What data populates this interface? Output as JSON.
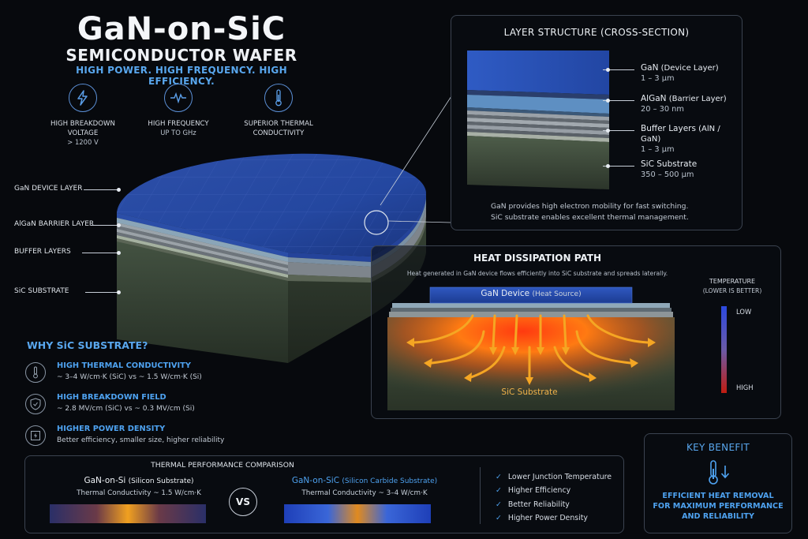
{
  "header": {
    "title": "GaN-on-SiC",
    "subtitle": "SEMICONDUCTOR WAFER",
    "tagline": "HIGH POWER. HIGH FREQUENCY. HIGH EFFICIENCY."
  },
  "features": [
    {
      "icon": "lightning-bolt-icon",
      "title": "HIGH BREAKDOWN VOLTAGE",
      "value": "> 1200 V"
    },
    {
      "icon": "waveform-icon",
      "title": "HIGH FREQUENCY",
      "value": "UP TO GHz"
    },
    {
      "icon": "thermometer-icon",
      "title": "SUPERIOR THERMAL CONDUCTIVITY",
      "value": ""
    }
  ],
  "wafer_labels": [
    "GaN DEVICE LAYER",
    "AlGaN BARRIER LAYER",
    "BUFFER LAYERS",
    "SiC SUBSTRATE"
  ],
  "why_sic": {
    "title": "WHY SiC SUBSTRATE?",
    "items": [
      {
        "icon": "thermometer-icon",
        "heading": "HIGH THERMAL CONDUCTIVITY",
        "detail": "~ 3–4 W/cm·K (SiC) vs ~ 1.5 W/cm·K (Si)"
      },
      {
        "icon": "shield-icon",
        "heading": "HIGH BREAKDOWN FIELD",
        "detail": "~ 2.8 MV/cm (SiC) vs ~ 0.3 MV/cm (Si)"
      },
      {
        "icon": "power-chip-icon",
        "heading": "HIGHER POWER DENSITY",
        "detail": "Better efficiency, smaller size, higher reliability"
      }
    ]
  },
  "layer_structure": {
    "title": "LAYER STRUCTURE (CROSS-SECTION)",
    "layers": [
      {
        "name": "GaN",
        "role": "(Device Layer)",
        "thickness": "1 – 3 µm",
        "color": "#2c55b8"
      },
      {
        "name": "AlGaN",
        "role": "(Barrier Layer)",
        "thickness": "20 – 30 nm",
        "color": "#5b8fc4"
      },
      {
        "name": "Buffer Layers",
        "role": "(AlN / GaN)",
        "thickness": "1 – 3 µm",
        "color": "#7a8088"
      },
      {
        "name": "SiC Substrate",
        "role": "",
        "thickness": "350 – 500 µm",
        "color": "#3e4c3c"
      }
    ],
    "note_1": "GaN provides high electron mobility for fast switching.",
    "note_2": "SiC substrate enables excellent thermal management."
  },
  "heat_path": {
    "title": "HEAT DISSIPATION PATH",
    "description": "Heat generated in GaN device flows efficiently into SiC substrate and spreads laterally.",
    "device_label": "GaN Device",
    "device_sub": "(Heat Source)",
    "substrate_label": "SiC Substrate",
    "temp_title_1": "TEMPERATURE",
    "temp_title_2": "(LOWER IS BETTER)",
    "temp_low": "LOW",
    "temp_high": "HIGH"
  },
  "thermal_comparison": {
    "title": "THERMAL PERFORMANCE COMPARISON",
    "left_name": "GaN-on-Si",
    "left_sub": "(Silicon Substrate)",
    "left_value": "Thermal Conductivity ~ 1.5 W/cm·K",
    "vs": "VS",
    "right_name": "GaN-on-SiC",
    "right_sub": "(Silicon Carbide Substrate)",
    "right_value": "Thermal Conductivity ~ 3–4 W/cm·K",
    "checks": [
      "Lower Junction Temperature",
      "Higher Efficiency",
      "Better Reliability",
      "Higher Power Density"
    ]
  },
  "key_benefit": {
    "title": "KEY BENEFIT",
    "line_1": "EFFICIENT HEAT REMOVAL",
    "line_2": "FOR MAXIMUM PERFORMANCE",
    "line_3": "AND RELIABILITY"
  },
  "colors": {
    "accent_blue": "#4ea2f0",
    "gan_blue": "#2c55b8",
    "heat_orange": "#f5a623",
    "heat_red": "#e02a10",
    "substrate_green": "#3e4c3c"
  }
}
